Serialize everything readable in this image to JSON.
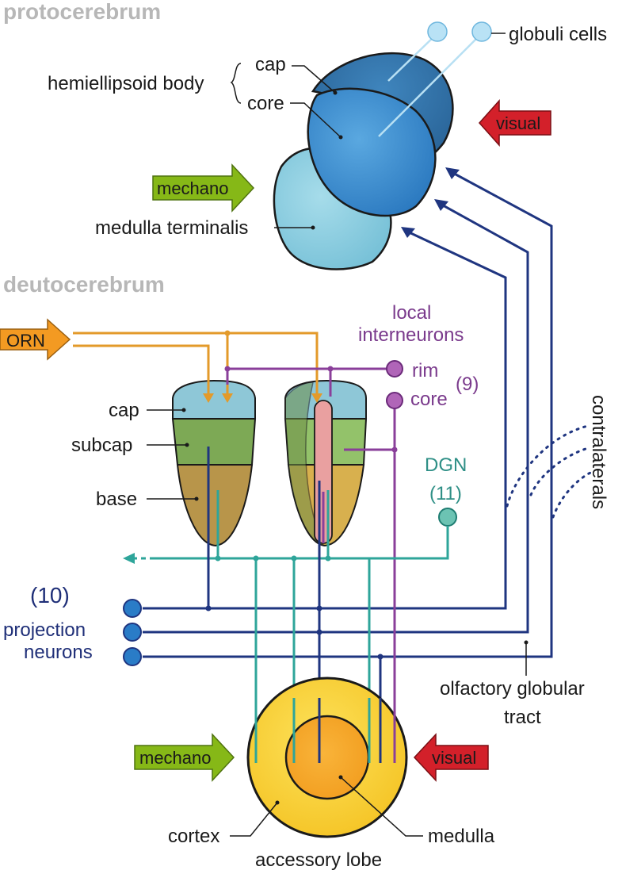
{
  "sections": {
    "protocerebrum": "protocerebrum",
    "deutocerebrum": "deutocerebrum"
  },
  "protocerebrum": {
    "globuli_cells": "globuli cells",
    "hemiellipsoid_body": "hemiellipsoid body",
    "cap": "cap",
    "core": "core",
    "visual": "visual",
    "mechano": "mechano",
    "medulla_terminalis": "medulla terminalis"
  },
  "deutocerebrum": {
    "orn": "ORN",
    "local_interneurons_line1": "local",
    "local_interneurons_line2": "interneurons",
    "rim": "rim",
    "core": "core",
    "core_count": "(9)",
    "cap": "cap",
    "subcap": "subcap",
    "base": "base",
    "dgn": "DGN",
    "dgn_count": "(11)",
    "contralaterals": "contralaterals",
    "pn_count": "(10)",
    "projection_line1": "projection",
    "projection_line2": "neurons",
    "ogt_line1": "olfactory globular",
    "ogt_line2": "tract"
  },
  "accessory_lobe": {
    "mechano": "mechano",
    "visual": "visual",
    "cortex": "cortex",
    "medulla": "medulla",
    "title": "accessory lobe"
  },
  "colors": {
    "projection": "#1f3580",
    "dgn": "#2ea59a",
    "orn": "#e39a2a",
    "interneuron": "#8a3f9a",
    "visual_arrow": "#d3202a",
    "mechano_arrow": "#86b817",
    "section_label": "#b7b7b7"
  }
}
